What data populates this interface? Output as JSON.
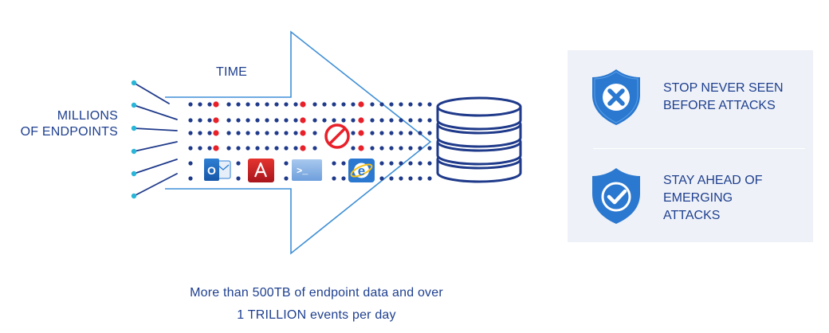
{
  "labels": {
    "time": "TIME",
    "endpoints_line1": "MILLIONS",
    "endpoints_line2": "OF ENDPOINTS"
  },
  "caption": {
    "line1": "More than 500TB of endpoint data and over",
    "line2": "1 TRILLION events per day"
  },
  "apps": [
    {
      "icon": "outlook-icon",
      "text": "O"
    },
    {
      "icon": "adobe-reader-icon",
      "text": ""
    },
    {
      "icon": "powershell-icon",
      "text": ">_"
    },
    {
      "icon": "internet-explorer-icon",
      "text": "e"
    }
  ],
  "benefits": [
    {
      "icon": "shield-x-icon",
      "line1": "STOP NEVER SEEN",
      "line2": "BEFORE ATTACKS",
      "line3": ""
    },
    {
      "icon": "shield-check-icon",
      "line1": "STAY AHEAD OF",
      "line2": "EMERGING",
      "line3": "ATTACKS"
    }
  ],
  "colors": {
    "accent_blue": "#1e3f8f",
    "arrow_outline": "#3f8fd6",
    "endpoint_cyan": "#28b6d8",
    "dot_blue": "#1f3a8a",
    "dot_red": "#e8202a",
    "shield_blue": "#2b78d0",
    "panel_bg": "#eef1f7"
  }
}
